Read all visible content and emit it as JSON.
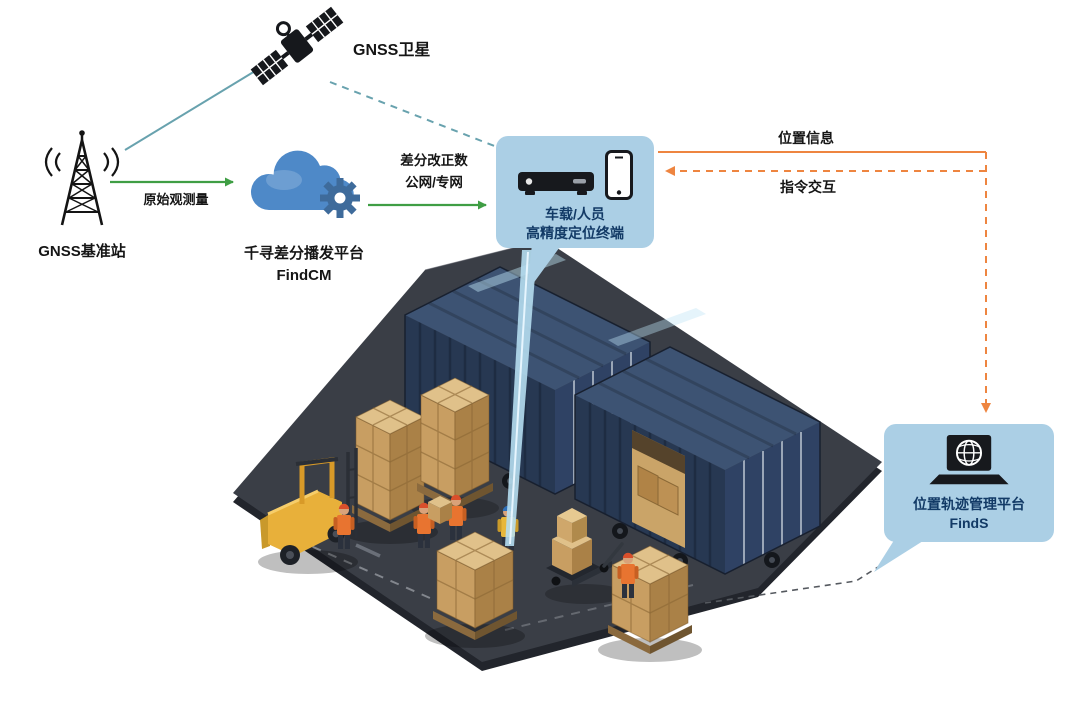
{
  "colors": {
    "teal_link": "#68a2ae",
    "green_arrow": "#3f9e44",
    "orange_arrow": "#ee8540",
    "bubble_blue": "#abcfe5",
    "navy_text": "#123a66",
    "cloud_blue": "#4e89c8",
    "gear_blue": "#3e6b9b"
  },
  "nodes": {
    "satellite": {
      "label": "GNSS卫星"
    },
    "base_station": {
      "label": "GNSS基准站"
    },
    "cloud_platform": {
      "title": "千寻差分播发平台",
      "name": "FindCM"
    },
    "terminal": {
      "line1": "车载/人员",
      "line2": "高精度定位终端"
    },
    "management_platform": {
      "title": "位置轨迹管理平台",
      "name": "FindS"
    }
  },
  "links": {
    "raw_observation": "原始观测量",
    "diff_correction_line1": "差分改正数",
    "diff_correction_line2": "公网/专网",
    "position_info": "位置信息",
    "command_interaction": "指令交互"
  }
}
